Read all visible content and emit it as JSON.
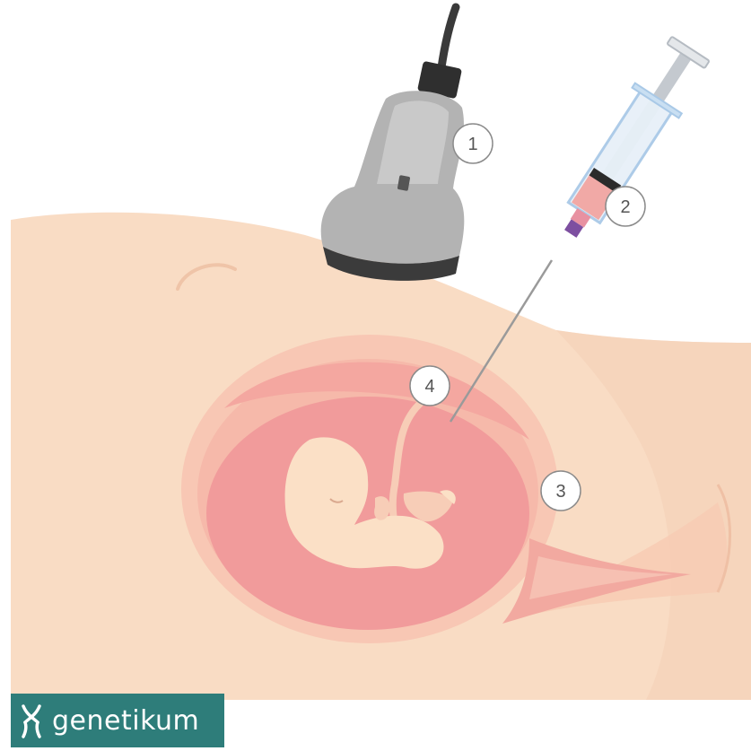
{
  "diagram": {
    "callouts": [
      {
        "id": "1",
        "label": "1"
      },
      {
        "id": "2",
        "label": "2"
      },
      {
        "id": "3",
        "label": "3"
      },
      {
        "id": "4",
        "label": "4"
      }
    ],
    "parts": [
      "ultrasound-probe",
      "syringe",
      "abdomen",
      "uterus",
      "amniotic-sac",
      "fetus",
      "needle"
    ]
  },
  "logo": {
    "text": "genetikum",
    "icon": "chromosome-icon"
  },
  "colors": {
    "skin": "#f9dcc4",
    "uterus_wall": "#f5b8a8",
    "amniotic_fluid": "#f19b9b",
    "fetus": "#fbe0c6",
    "probe": "#a8a8a8",
    "syringe_plunger_cap": "#7d4fa0",
    "logo_bg": "#2e7d7a"
  }
}
